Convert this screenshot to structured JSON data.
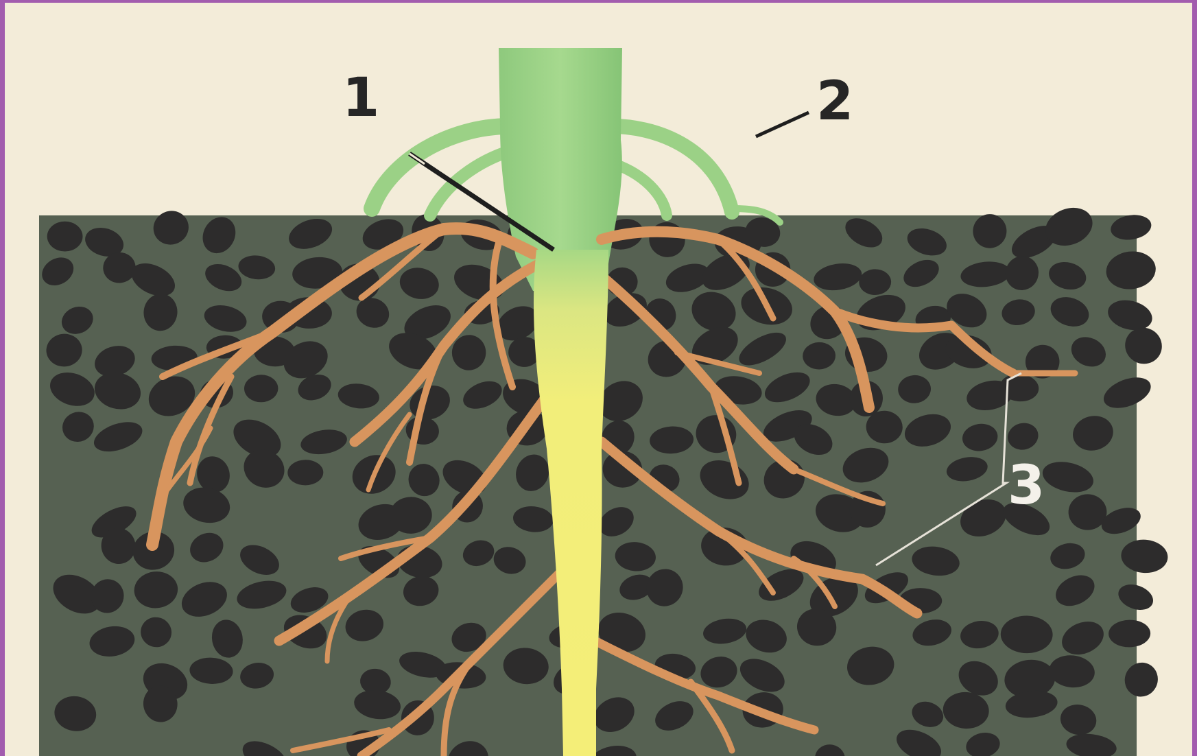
{
  "labels": [
    {
      "key": "1",
      "text": "1"
    },
    {
      "key": "2",
      "text": "2"
    },
    {
      "key": "3",
      "text": "3"
    }
  ],
  "colors": {
    "frame": "#a25cae",
    "paper": "#f3ecd9",
    "soil": "#566152",
    "soil_clod": "#2d2c2c",
    "shoot": "#96d088",
    "taproot": "#f2ee7a",
    "lateral_root": "#d8955e",
    "label_dark": "#262626",
    "label_light": "#f4f1ea"
  },
  "icons": [
    "soil-section",
    "plant-root-system"
  ]
}
